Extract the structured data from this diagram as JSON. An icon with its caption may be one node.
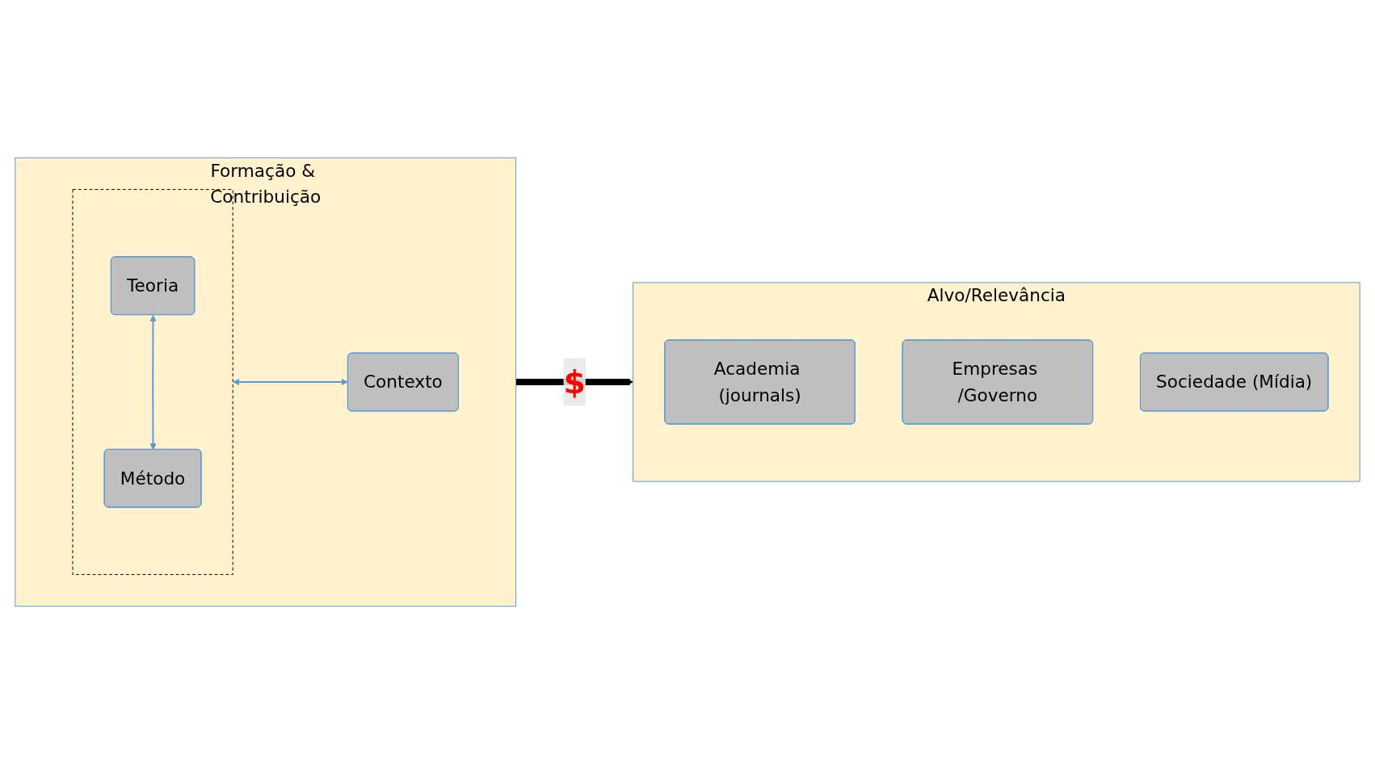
{
  "diagram": {
    "nodes": [
      {
        "text": [
          "Formação & Contribuição"
        ]
      },
      {
        "text": [],
        "shape": "box",
        "in": 0
      },
      {
        "text": [
          "Teoria"
        ],
        "in": 1
      },
      {
        "text": [
          "Método"
        ],
        "in": 1
      },
      {
        "text": [
          "Contexto"
        ],
        "in": 0
      },
      {
        "text": [
          "Alvo/Relevância"
        ]
      },
      {
        "text": [
          "Academia (journals)"
        ],
        "in": 5
      },
      {
        "text": [
          "Empresas /Governo"
        ],
        "in": 5
      },
      {
        "text": [
          "Sociedade (Mídia)"
        ],
        "in": 5
      }
    ],
    "edges": [
      {
        "from": 2,
        "to": 3,
        "arrow": "both"
      },
      {
        "from": 1,
        "to": 4,
        "arrow": "both"
      },
      {
        "from": 0,
        "to": 5,
        "arrow": "to",
        "label": "$",
        "style": "thick",
        "color": "#000000"
      }
    ]
  }
}
